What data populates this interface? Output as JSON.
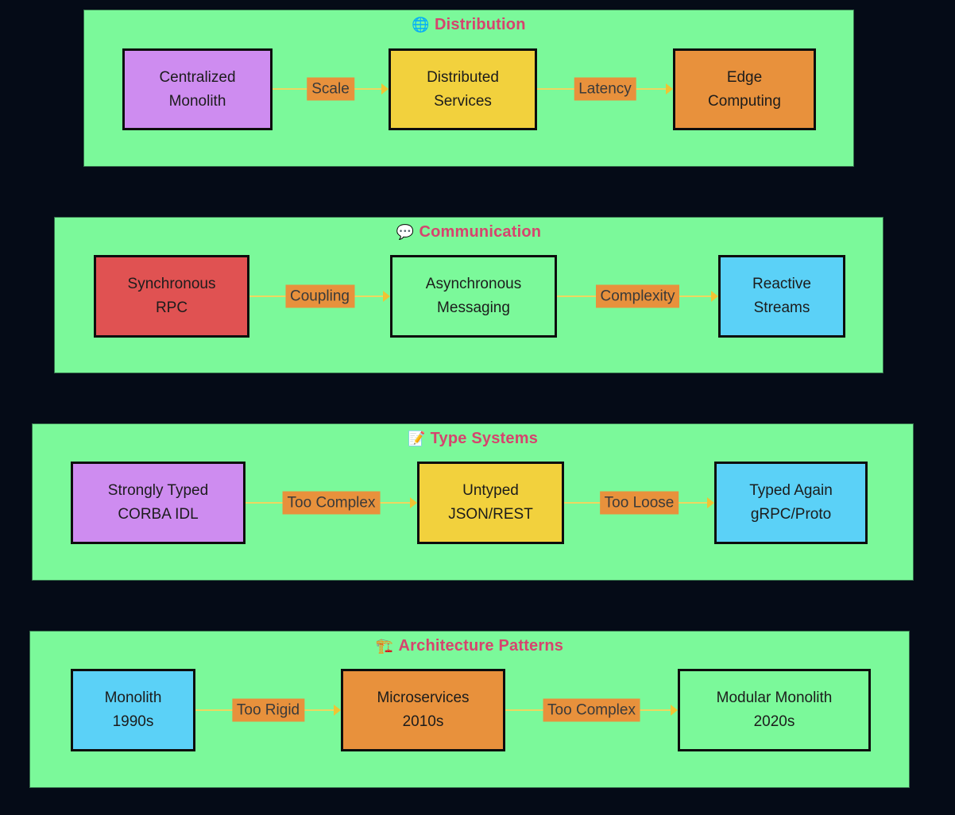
{
  "theme": {
    "canvas_bg": "#050b17",
    "section_fill": "#7bf99a",
    "section_border": "#35714a",
    "title_color": "#d6446e",
    "node_border": "#0d0d0d",
    "node_text": "#1c1c1c",
    "edge_line": "#eed75f",
    "edge_arrow": "#f0c433",
    "edge_label_bg": "#e8913c",
    "edge_label_text": "#3a3a3a"
  },
  "sections": [
    {
      "icon": "🌐",
      "title": "Distribution",
      "nodes": [
        {
          "line1": "Centralized",
          "line2": "Monolith",
          "fill": "#ce8cf0"
        },
        {
          "line1": "Distributed",
          "line2": "Services",
          "fill": "#f2d13d"
        },
        {
          "line1": "Edge",
          "line2": "Computing",
          "fill": "#e8913c"
        }
      ],
      "edges": [
        {
          "label": "Scale"
        },
        {
          "label": "Latency"
        }
      ]
    },
    {
      "icon": "💬",
      "title": "Communication",
      "nodes": [
        {
          "line1": "Synchronous",
          "line2": "RPC",
          "fill": "#e05252"
        },
        {
          "line1": "Asynchronous",
          "line2": "Messaging",
          "fill": "#7bf99a"
        },
        {
          "line1": "Reactive",
          "line2": "Streams",
          "fill": "#5bd1f7"
        }
      ],
      "edges": [
        {
          "label": "Coupling"
        },
        {
          "label": "Complexity"
        }
      ]
    },
    {
      "icon": "📝",
      "title": "Type Systems",
      "nodes": [
        {
          "line1": "Strongly Typed",
          "line2": "CORBA IDL",
          "fill": "#ce8cf0"
        },
        {
          "line1": "Untyped",
          "line2": "JSON/REST",
          "fill": "#f2d13d"
        },
        {
          "line1": "Typed Again",
          "line2": "gRPC/Proto",
          "fill": "#5bd1f7"
        }
      ],
      "edges": [
        {
          "label": "Too Complex"
        },
        {
          "label": "Too Loose"
        }
      ]
    },
    {
      "icon": "🏗️",
      "title": "Architecture Patterns",
      "nodes": [
        {
          "line1": "Monolith",
          "line2": "1990s",
          "fill": "#5bd1f7"
        },
        {
          "line1": "Microservices",
          "line2": "2010s",
          "fill": "#e8913c"
        },
        {
          "line1": "Modular Monolith",
          "line2": "2020s",
          "fill": "#7bf99a"
        }
      ],
      "edges": [
        {
          "label": "Too Rigid"
        },
        {
          "label": "Too Complex"
        }
      ]
    }
  ]
}
